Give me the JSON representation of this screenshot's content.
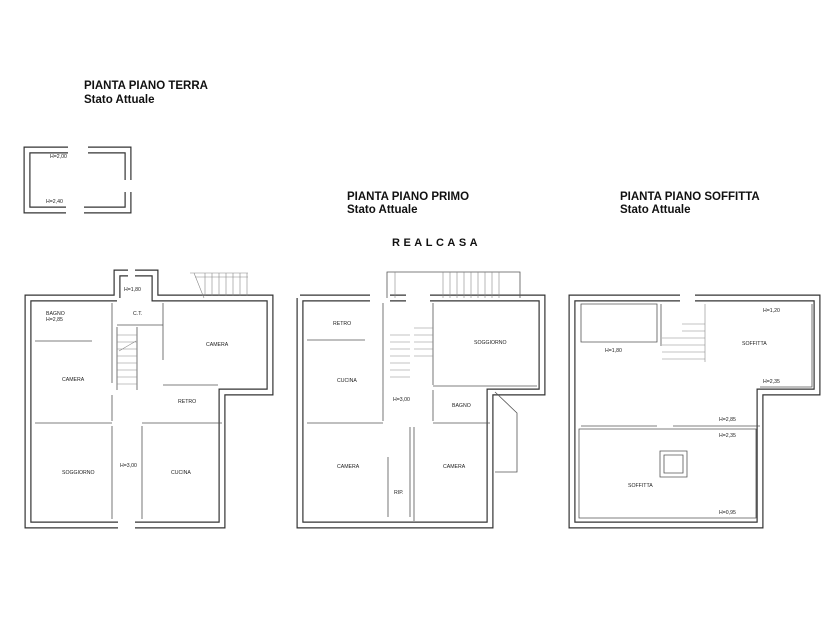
{
  "brand": "REALCASA",
  "plans": [
    {
      "title": "PIANTA PIANO TERRA",
      "subtitle": "Stato Attuale",
      "rooms": [
        "BAGNO",
        "H=2,85",
        "CAMERA",
        "C.T.",
        "H=1,80",
        "CAMERA",
        "RETRO",
        "SOGGIORNO",
        "H=3,00",
        "CUCINA"
      ],
      "annex": [
        "H=2,00",
        "H=2,40"
      ]
    },
    {
      "title": "PIANTA PIANO PRIMO",
      "subtitle": "Stato Attuale",
      "rooms": [
        "RETRO",
        "CUCINA",
        "SOGGIORNO",
        "H=3,00",
        "BAGNO",
        "CAMERA",
        "CAMERA",
        "RIP."
      ]
    },
    {
      "title": "PIANTA PIANO SOFFITTA",
      "subtitle": "Stato Attuale",
      "rooms": [
        "H=1,20",
        "SOFFITTA",
        "H=1,80",
        "H=2,35",
        "H=2,85",
        "H=2,35",
        "SOFFITTA",
        "H=0,95"
      ]
    }
  ]
}
